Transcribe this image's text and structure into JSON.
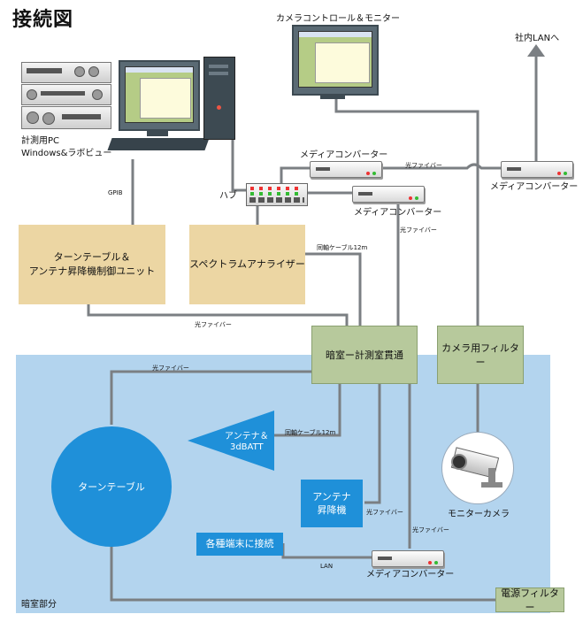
{
  "title": "接続図",
  "labels": {
    "pc_line1": "計測用PC",
    "pc_line2": "Windows&ラボビュー",
    "camera_control": "カメラコントロール＆モニター",
    "lan": "社内LANへ",
    "media_converter_1": "メディアコンバーター",
    "media_converter_2": "メディアコンバーター",
    "media_converter_3": "メディアコンバーター",
    "media_converter_4": "メディアコンバーター",
    "hub": "ハブ",
    "gpib": "GPIB",
    "fiber_1": "光ファイバー",
    "fiber_2": "光ファイバー",
    "fiber_3": "光ファイバー",
    "fiber_4": "光ファイバー",
    "fiber_5": "光ファイバー",
    "fiber_6": "光ファイバー",
    "coax_1": "同軸ケーブル12m",
    "coax_2": "同軸ケーブル12m",
    "lan_label": "LAN",
    "monitor_camera": "モニターカメラ",
    "darkroom_area": "暗室部分"
  },
  "boxes": {
    "turntable_control_1": "ターンテーブル＆",
    "turntable_control_2": "アンテナ昇降機制御ユニット",
    "spectrum": "スペクトラムアナライザー",
    "feedthrough": "暗室ー計測室貫通",
    "camera_filter": "カメラ用フィルター",
    "antenna_1": "アンテナ＆",
    "antenna_2": "3dBATT",
    "turntable": "ターンテーブル",
    "lift_1": "アンテナ",
    "lift_2": "昇降機",
    "terminals": "各種端末に接続",
    "power_filter": "電源フィルター"
  },
  "colors": {
    "darkroom": "#b3d4ee",
    "tan": "#ecd6a3",
    "green": "#b7c99c",
    "blue": "#1f90d9",
    "line": "#7b7f83"
  }
}
